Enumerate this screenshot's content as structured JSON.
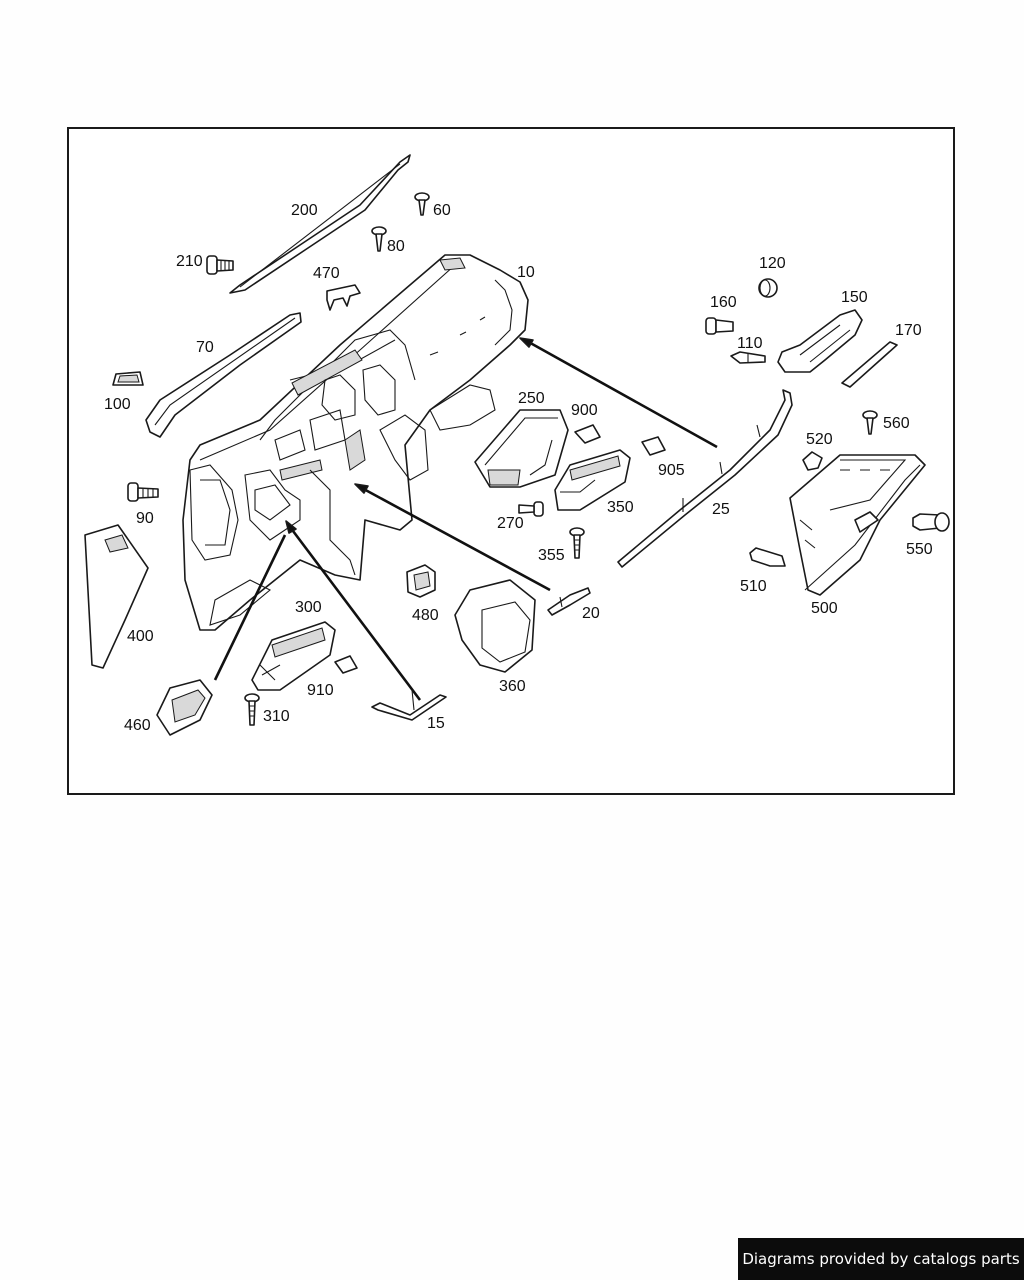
{
  "diagram": {
    "callouts": {
      "c200": "200",
      "c60": "60",
      "c80": "80",
      "c210": "210",
      "c470": "470",
      "c10": "10",
      "c120": "120",
      "c160": "160",
      "c150": "150",
      "c170": "170",
      "c110": "110",
      "c70": "70",
      "c100": "100",
      "c250": "250",
      "c900": "900",
      "c560": "560",
      "c520": "520",
      "c905": "905",
      "c90": "90",
      "c270": "270",
      "c350": "350",
      "c25": "25",
      "c550": "550",
      "c355": "355",
      "c510": "510",
      "c400": "400",
      "c480": "480",
      "c20": "20",
      "c500": "500",
      "c300": "300",
      "c360": "360",
      "c910": "910",
      "c310": "310",
      "c460": "460",
      "c15": "15"
    }
  },
  "footer": {
    "credit": "Diagrams provided by catalogs parts"
  }
}
